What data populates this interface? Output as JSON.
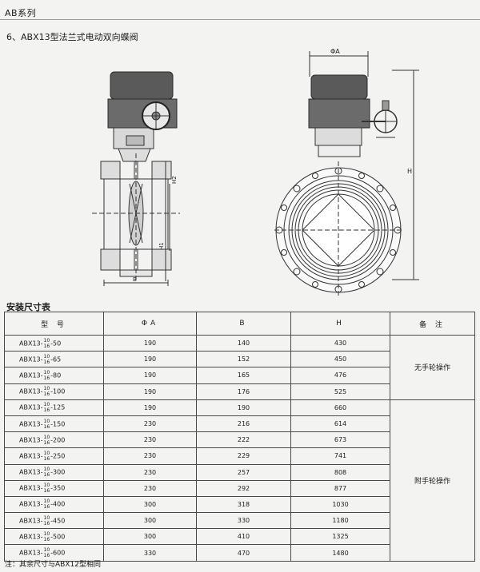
{
  "header": {
    "series": "AB系列"
  },
  "heading": "6、ABX13型法兰式电动双向蝶阀",
  "drawing_labels": {
    "phi_a": "ΦA",
    "h": "H",
    "b": "B",
    "h1": "H1",
    "h2": "H2"
  },
  "table": {
    "title": "安装尺寸表",
    "headers": [
      "型    号",
      "ΦA",
      "B",
      "H",
      "备    注"
    ],
    "model_prefix": "ABX13-",
    "pressure_top": "10",
    "pressure_bottom": "16",
    "rows": [
      {
        "dn": "-50",
        "a": "190",
        "b": "140",
        "h": "430"
      },
      {
        "dn": "-65",
        "a": "190",
        "b": "152",
        "h": "450"
      },
      {
        "dn": "-80",
        "a": "190",
        "b": "165",
        "h": "476"
      },
      {
        "dn": "-100",
        "a": "190",
        "b": "176",
        "h": "525"
      },
      {
        "dn": "-125",
        "a": "190",
        "b": "190",
        "h": "660"
      },
      {
        "dn": "-150",
        "a": "230",
        "b": "216",
        "h": "614"
      },
      {
        "dn": "-200",
        "a": "230",
        "b": "222",
        "h": "673"
      },
      {
        "dn": "-250",
        "a": "230",
        "b": "229",
        "h": "741"
      },
      {
        "dn": "-300",
        "a": "230",
        "b": "257",
        "h": "808"
      },
      {
        "dn": "-350",
        "a": "230",
        "b": "292",
        "h": "877"
      },
      {
        "dn": "-400",
        "a": "300",
        "b": "318",
        "h": "1030"
      },
      {
        "dn": "-450",
        "a": "300",
        "b": "330",
        "h": "1180"
      },
      {
        "dn": "-500",
        "a": "300",
        "b": "410",
        "h": "1325"
      },
      {
        "dn": "-600",
        "a": "330",
        "b": "470",
        "h": "1480"
      }
    ],
    "notes": [
      "无手轮操作",
      "附手轮操作"
    ]
  },
  "footnote": "注：其余尺寸与ABX12型相同"
}
